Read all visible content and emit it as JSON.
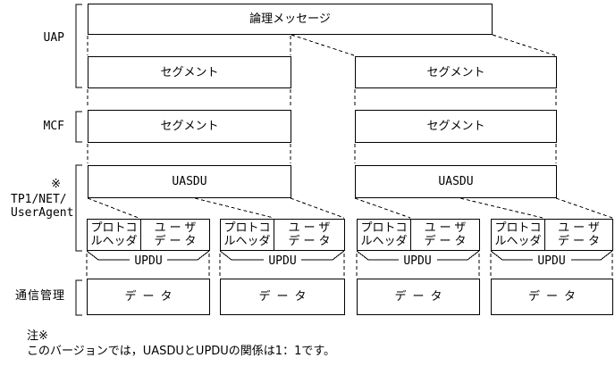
{
  "layer_labels": {
    "uap": "UAP",
    "mcf": "MCF",
    "note_mark": "※",
    "useragent_line1": "TP1/NET/",
    "useragent_line2": "UserAgent",
    "comm_mgmt": "通信管理"
  },
  "boxes": {
    "logical_message": "論理メッセージ",
    "segment": "セグメント",
    "uasdu": "UASDU",
    "protocol_header_line1": "プロトコ",
    "protocol_header_line2": "ルヘッダ",
    "user_data_line1": "ユーザ",
    "user_data_line2": "データ",
    "updu": "UPDU",
    "data": "データ"
  },
  "note": {
    "title": "注※",
    "body": "このバージョンでは，UASDUとUPDUの関係は1：1です。"
  }
}
